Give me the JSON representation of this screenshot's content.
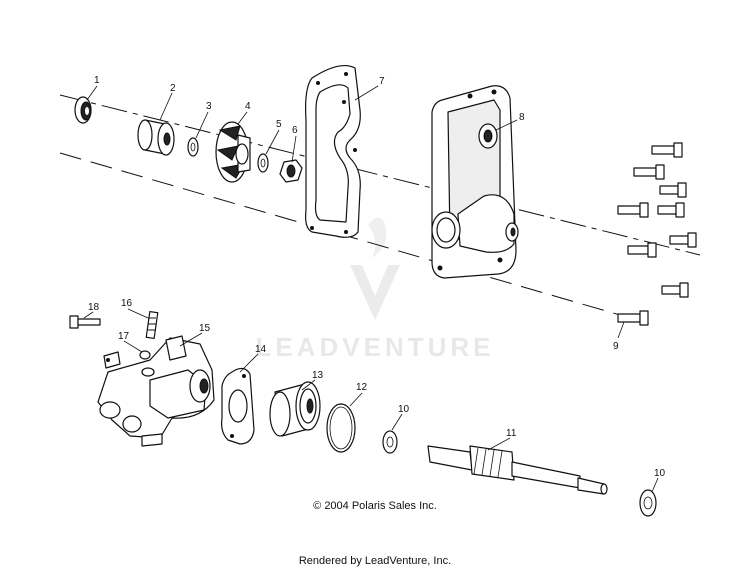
{
  "watermark": {
    "brand": "LEADVENTURE"
  },
  "callouts": [
    {
      "id": "1",
      "label": "1"
    },
    {
      "id": "2",
      "label": "2"
    },
    {
      "id": "3",
      "label": "3"
    },
    {
      "id": "4",
      "label": "4"
    },
    {
      "id": "5",
      "label": "5"
    },
    {
      "id": "6",
      "label": "6"
    },
    {
      "id": "7",
      "label": "7"
    },
    {
      "id": "8",
      "label": "8"
    },
    {
      "id": "9",
      "label": "9"
    },
    {
      "id": "10a",
      "label": "10"
    },
    {
      "id": "10b",
      "label": "10"
    },
    {
      "id": "11",
      "label": "11"
    },
    {
      "id": "12",
      "label": "12"
    },
    {
      "id": "13",
      "label": "13"
    },
    {
      "id": "14",
      "label": "14"
    },
    {
      "id": "15",
      "label": "15"
    },
    {
      "id": "16",
      "label": "16"
    },
    {
      "id": "17",
      "label": "17"
    },
    {
      "id": "18",
      "label": "18"
    }
  ],
  "footer": {
    "copyright": "© 2004 Polaris Sales Inc.",
    "rendered_by": "Rendered by LeadVenture, Inc."
  }
}
